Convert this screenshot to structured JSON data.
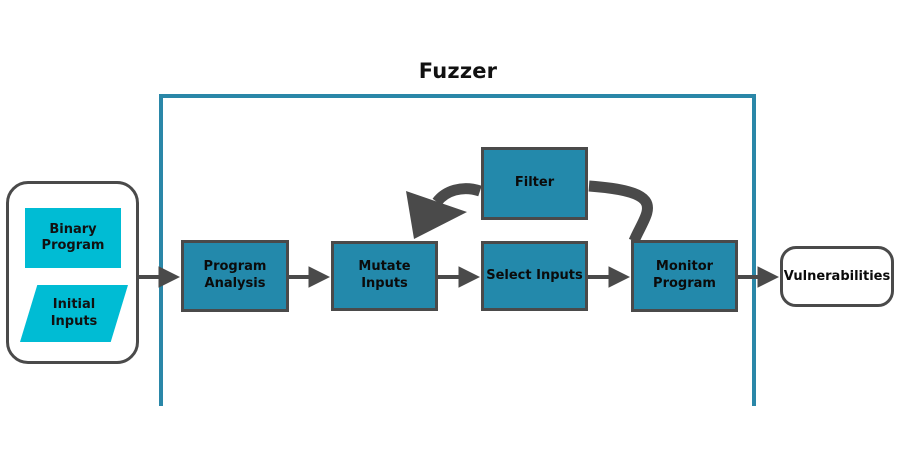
{
  "diagram": {
    "title": "Fuzzer",
    "colors": {
      "frame": "#2a87a8",
      "process_fill": "#2389ab",
      "input_fill": "#00bcd4",
      "stroke": "#4a4a4a",
      "arrow": "#4a4a4a",
      "background": "#ffffff"
    }
  },
  "inputs": {
    "group_name": "input-group",
    "items": [
      {
        "label": "Binary\nProgram",
        "label_line1": "Binary",
        "label_line2": "Program",
        "shape": "rectangle"
      },
      {
        "label": "Initial\nInputs",
        "label_line1": "Initial",
        "label_line2": "Inputs",
        "shape": "parallelogram"
      }
    ]
  },
  "nodes": [
    {
      "id": "program-analysis",
      "label_line1": "Program",
      "label_line2": "Analysis",
      "shape": "rectangle"
    },
    {
      "id": "mutate-inputs",
      "label_line1": "Mutate Inputs",
      "label_line2": "",
      "shape": "rectangle"
    },
    {
      "id": "select-inputs",
      "label_line1": "Select Inputs",
      "label_line2": "",
      "shape": "rectangle"
    },
    {
      "id": "monitor-program",
      "label_line1": "Monitor",
      "label_line2": "Program",
      "shape": "rectangle"
    },
    {
      "id": "filter",
      "label_line1": "Filter",
      "label_line2": "",
      "shape": "rectangle"
    }
  ],
  "output": {
    "label": "Vulnerabilities",
    "shape": "rounded-rectangle"
  },
  "edges": [
    {
      "from": "inputs",
      "to": "program-analysis",
      "style": "straight-arrow"
    },
    {
      "from": "program-analysis",
      "to": "mutate-inputs",
      "style": "straight-arrow"
    },
    {
      "from": "mutate-inputs",
      "to": "select-inputs",
      "style": "straight-arrow"
    },
    {
      "from": "select-inputs",
      "to": "monitor-program",
      "style": "straight-arrow"
    },
    {
      "from": "monitor-program",
      "to": "vulnerabilities",
      "style": "straight-arrow"
    },
    {
      "from": "monitor-program",
      "to": "filter",
      "style": "thick-curve"
    },
    {
      "from": "filter",
      "to": "mutate-inputs",
      "style": "thick-curve-arrow"
    }
  ]
}
